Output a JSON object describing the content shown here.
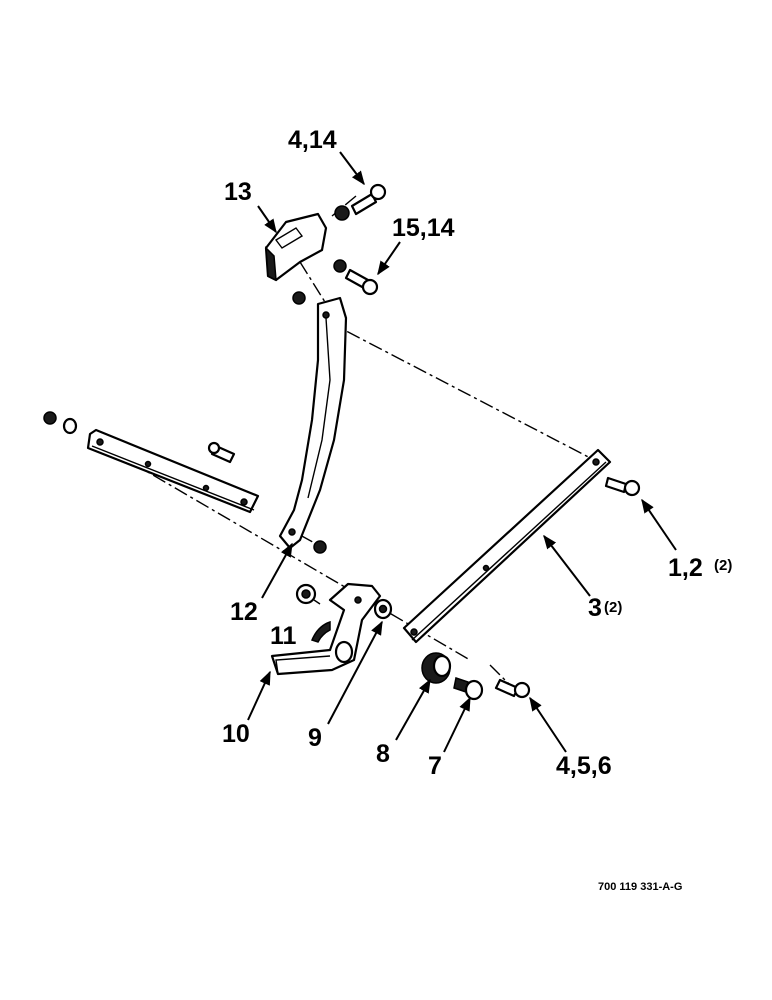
{
  "callouts": {
    "c_4_14": "4,14",
    "c_13": "13",
    "c_15_14": "15,14",
    "c_1_2": "1,2",
    "c_1_2_qty": "(2)",
    "c_3": "3",
    "c_3_qty": "(2)",
    "c_12": "12",
    "c_11": "11",
    "c_10": "10",
    "c_9": "9",
    "c_8": "8",
    "c_7": "7",
    "c_4_5_6": "4,5,6"
  },
  "reference_code": "700 119 331-A-G"
}
